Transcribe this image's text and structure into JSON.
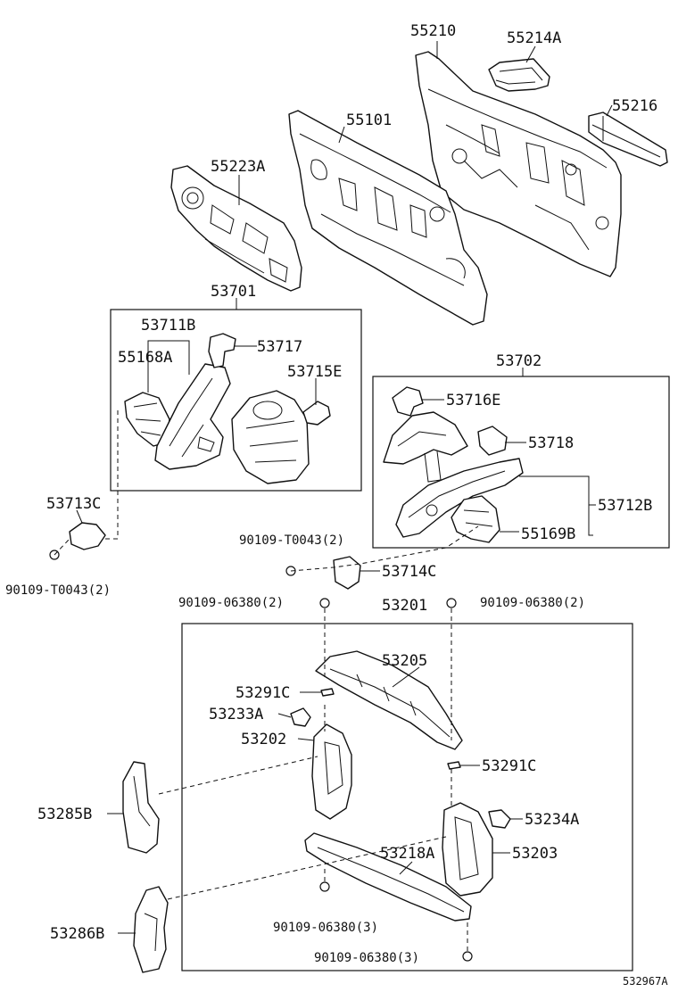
{
  "labels": {
    "p55210": "55210",
    "p55214A": "55214A",
    "p55216": "55216",
    "p55101": "55101",
    "p55223A": "55223A",
    "p53701": "53701",
    "p53711B": "53711B",
    "p53717": "53717",
    "p55168A": "55168A",
    "p53715E": "53715E",
    "p53702": "53702",
    "p53716E": "53716E",
    "p53718": "53718",
    "p53712B": "53712B",
    "p55169B": "55169B",
    "p53713C": "53713C",
    "bolt_left": "90109-T0043(2)",
    "bolt_mid": "90109-T0043(2)",
    "p53714C": "53714C",
    "bolt_top_left": "90109-06380(2)",
    "bolt_top_right": "90109-06380(2)",
    "p53201": "53201",
    "p53205": "53205",
    "p53291C_a": "53291C",
    "p53233A": "53233A",
    "p53202": "53202",
    "p53291C_b": "53291C",
    "p53285B": "53285B",
    "p53234A": "53234A",
    "p53218A": "53218A",
    "p53203": "53203",
    "p53286B": "53286B",
    "bolt_bottom_a": "90109-06380(3)",
    "bolt_bottom_b": "90109-06380(3)",
    "diagram_id": "532967A"
  }
}
